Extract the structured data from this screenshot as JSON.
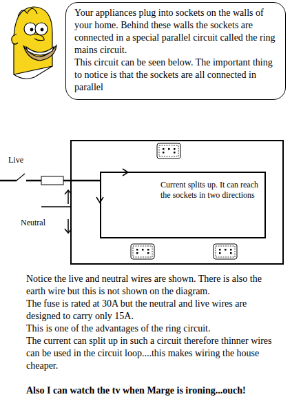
{
  "diagram": {
    "nodes": [
      {
        "text": [
          "Your appliances plug into sockets on the walls of your home. Behind these walls the sockets are connected in a special parallel circuit called the ring mains circuit.",
          "This circuit can be seen below. The important thing to notice is that the sockets are all connected in parallel"
        ]
      },
      {
        "text": [
          "Current splits up. It can reach the sockets in two directions"
        ]
      }
    ],
    "labels": [
      "Live",
      "Neutral",
      "Notice the live and neutral wires are shown. There is also the earth wire but this is not shown on the diagram.",
      "The fuse is rated at 30A but the neutral and live wires are designed to carry only 15A.",
      "This is one of the advantages of the ring circuit.",
      "The current can split up in such a circuit therefore thinner wires can be used in the circuit loop....this makes wiring the house cheaper.",
      "Also I can watch the tv when Marge is ironing...ouch!"
    ]
  }
}
